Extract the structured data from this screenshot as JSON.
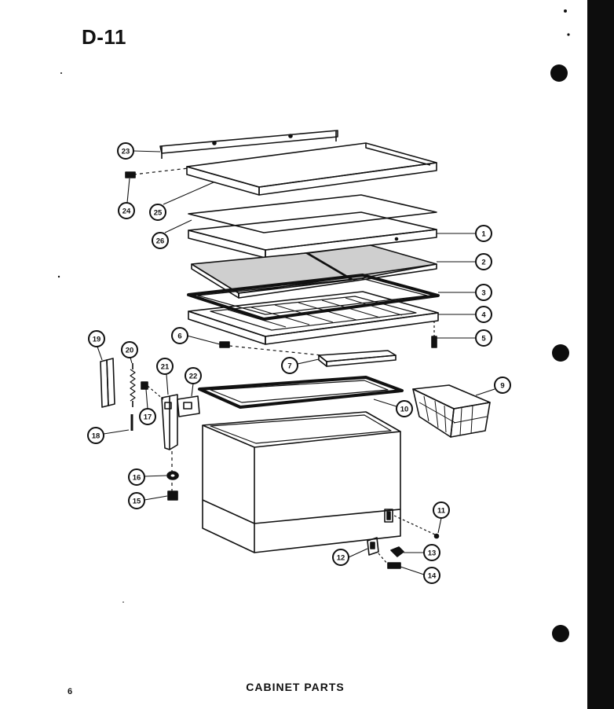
{
  "page": {
    "title": "D-11",
    "page_number": "6",
    "caption": "CABINET PARTS"
  },
  "colors": {
    "ink": "#111111",
    "paper": "#ffffff",
    "edge": "#0d0d0d"
  },
  "callouts": [
    "1",
    "2",
    "3",
    "4",
    "5",
    "6",
    "7",
    "9",
    "10",
    "11",
    "12",
    "13",
    "14",
    "15",
    "16",
    "17",
    "18",
    "19",
    "20",
    "21",
    "22",
    "23",
    "24",
    "25",
    "26"
  ]
}
